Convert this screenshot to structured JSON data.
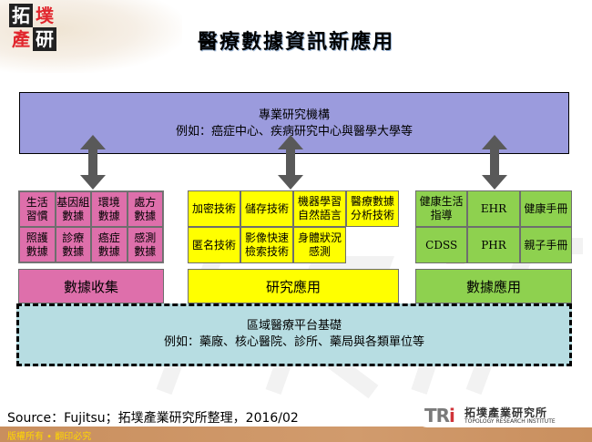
{
  "logo": {
    "chars": [
      "拓",
      "墣",
      "產",
      "研"
    ]
  },
  "title": "醫療數據資訊新應用",
  "top_box": {
    "line1": "專業研究機構",
    "line2": "例如：癌症中心、疾病研究中心與醫學大學等"
  },
  "data_collection": {
    "cells": [
      {
        "line1": "生活",
        "line2": "習慣"
      },
      {
        "line1": "基因組",
        "line2": "數據"
      },
      {
        "line1": "環境",
        "line2": "數據"
      },
      {
        "line1": "處方",
        "line2": "數據"
      },
      {
        "line1": "照護",
        "line2": "數據"
      },
      {
        "line1": "診療",
        "line2": "數據"
      },
      {
        "line1": "癌症",
        "line2": "數據"
      },
      {
        "line1": "感測",
        "line2": "數據"
      }
    ],
    "label": "數據收集"
  },
  "research_application": {
    "cells": [
      {
        "line1": "加密技術",
        "line2": ""
      },
      {
        "line1": "儲存技術",
        "line2": ""
      },
      {
        "line1": "機器學習",
        "line2": "自然語言"
      },
      {
        "line1": "醫療數據",
        "line2": "分析技術"
      },
      {
        "line1": "匿名技術",
        "line2": ""
      },
      {
        "line1": "影像快速",
        "line2": "檢索技術"
      },
      {
        "line1": "身體狀況",
        "line2": "感測"
      }
    ],
    "label": "研究應用"
  },
  "data_application": {
    "cells": [
      {
        "line1": "健康生活",
        "line2": "指導"
      },
      {
        "line1": "EHR",
        "line2": ""
      },
      {
        "line1": "健康手冊",
        "line2": ""
      },
      {
        "line1": "CDSS",
        "line2": ""
      },
      {
        "line1": "PHR",
        "line2": ""
      },
      {
        "line1": "親子手冊",
        "line2": ""
      }
    ],
    "label": "數據應用"
  },
  "base_box": {
    "line1": "區域醫療平台基礎",
    "line2": "例如：藥廠、核心醫院、診所、藥局與各類單位等"
  },
  "source": "Source：Fujitsu；拓墣產業研究所整理，2016/02",
  "footer": {
    "copyright": "版權所有 • 翻印必究"
  },
  "tri_logo": {
    "mark_t": "TR",
    "mark_i": "i",
    "cn": "拓墣產業研究所",
    "en": "TOPOLOGY RESEARCH INSTITUTE"
  },
  "colors": {
    "top_box": "#9b9bdd",
    "pink": "#de6fab",
    "yellow": "#ffff00",
    "green": "#8ed14f",
    "base": "#b7dde2",
    "arrow": "#595959",
    "footer": "#c98f5e"
  }
}
